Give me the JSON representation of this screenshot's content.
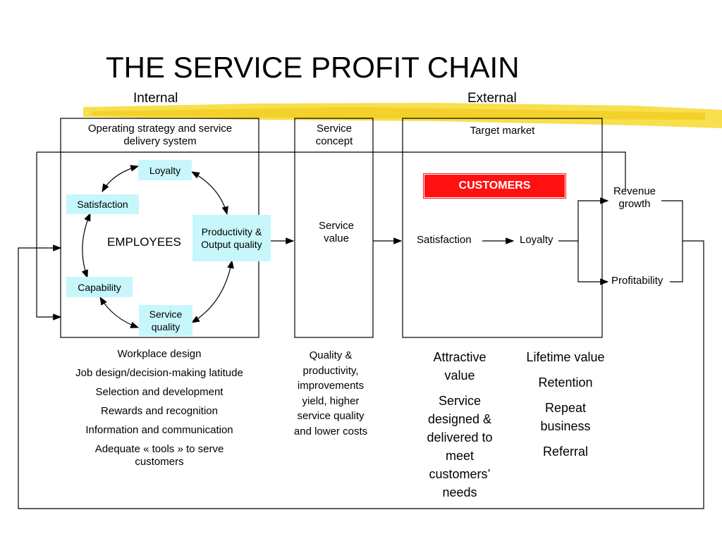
{
  "title": "THE SERVICE PROFIT CHAIN",
  "headers": {
    "internal": "Internal",
    "external": "External"
  },
  "boxes": {
    "operating": "Operating strategy and service delivery system",
    "service_concept": "Service concept",
    "target_market": "Target market"
  },
  "employee_cycle": {
    "loyalty": "Loyalty",
    "satisfaction": "Satisfaction",
    "productivity": "Productivity & Output quality",
    "capability": "Capability",
    "service_quality": "Service quality",
    "center_label": "EMPLOYEES"
  },
  "service_value": "Service value",
  "customers": {
    "label": "CUSTOMERS",
    "satisfaction": "Satisfaction",
    "loyalty": "Loyalty"
  },
  "outcomes": {
    "revenue_growth": "Revenue growth",
    "profitability": "Profitability"
  },
  "internal_list": [
    "Workplace design",
    "Job design/decision-making latitude",
    "Selection and development",
    "Rewards and recognition",
    "Information and communication",
    "Adequate « tools » to serve customers"
  ],
  "service_list": "Quality & productivity, improvements yield, higher service quality and lower costs",
  "customer_list": [
    "Attractive value",
    "Service designed & delivered to meet customers’ needs"
  ],
  "outcome_list": [
    "Lifetime value",
    "Retention",
    "Repeat business",
    "Referral"
  ],
  "colors": {
    "highlight": "#f5d21a",
    "customers_box": "#ff1111",
    "employee_box": "#c7f7fb"
  }
}
